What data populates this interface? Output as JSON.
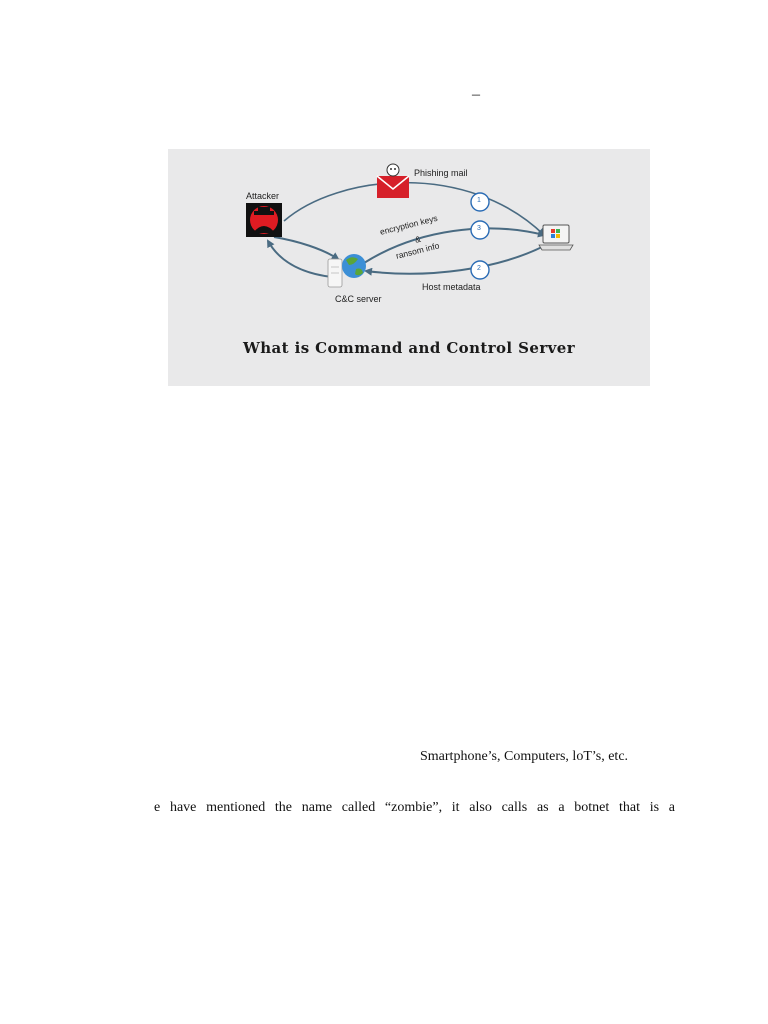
{
  "page": {
    "top_mark": "–"
  },
  "figure": {
    "attacker_label": "Attacker",
    "phishing_label": "Phishing mail",
    "server_label": "C&C server",
    "encryption_label": "encryption keys",
    "amp_label": "&",
    "ransom_label": "ransom info",
    "host_metadata_label": "Host metadata",
    "step1": "1",
    "step2": "2",
    "step3": "3",
    "caption": "What is Command and Control Server",
    "icons": [
      "attacker-icon",
      "phishing-mail-icon",
      "server-icon",
      "globe-icon",
      "laptop-icon"
    ],
    "colors": {
      "arrow": "#4a6b82",
      "envelope": "#d6202a",
      "attacker_bg": "#111111",
      "attacker_fg": "#e01b22",
      "step_circle": "#2b6cb5"
    }
  },
  "text": {
    "line1": "Smartphone’s, Computers, loT’s, etc.",
    "line2": "e have mentioned the name called “zombie”, it also calls as a botnet that is a"
  }
}
